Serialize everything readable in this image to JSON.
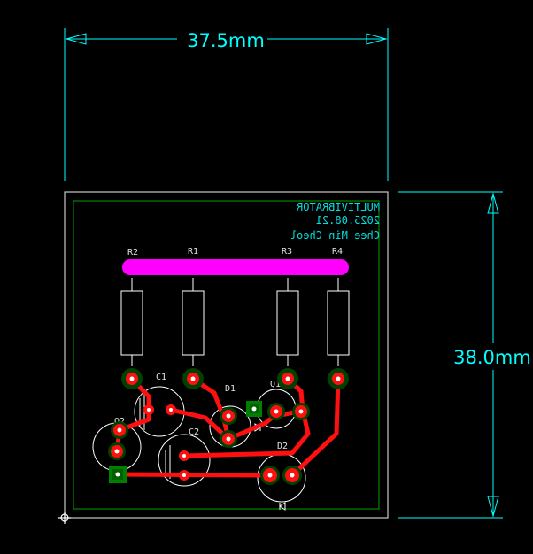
{
  "dimensions": {
    "width_label": "37.5mm",
    "height_label": "38.0mm"
  },
  "board_text": {
    "line1": "MULTIVIBRATOR",
    "line2": "2025.08.21",
    "line3": "Chee Min Cheol"
  },
  "designators": {
    "r1": "R1",
    "r2": "R2",
    "r3": "R3",
    "r4": "R4",
    "c1": "C1",
    "c2": "C2",
    "d1": "D1",
    "d2": "D2",
    "q1": "Q1",
    "q2": "Q2"
  },
  "colors": {
    "background": "#000000",
    "dimension": "#00ffff",
    "board_outline": "#c8c8c8",
    "keepout": "#00a000",
    "copper_bottom": "#ff0000",
    "power_rail": "#ff00ff",
    "silkscreen": "#ffffff",
    "mirrored_text": "#00e0e0",
    "square_pad": "#00a000"
  }
}
